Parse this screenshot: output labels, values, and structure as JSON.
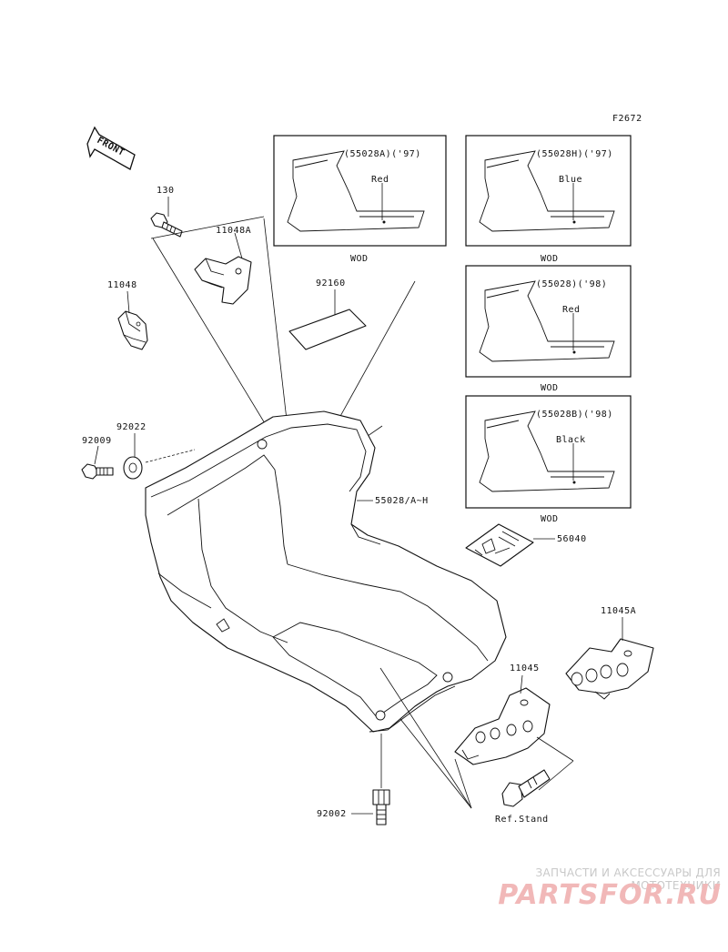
{
  "figure_code": "F2672",
  "front_arrow_label": "FRONT",
  "labels": {
    "p130": "130",
    "p11048A": "11048A",
    "p11048": "11048",
    "p92160": "92160",
    "p92022": "92022",
    "p92009": "92009",
    "p55028AH": "55028/A~H",
    "p56040": "56040",
    "p11045A": "11045A",
    "p11045": "11045",
    "p92002": "92002",
    "ref_stand": "Ref.Stand"
  },
  "variants": [
    {
      "code": "(55028A)('97)",
      "color": "Red",
      "caption": "WOD"
    },
    {
      "code": "(55028H)('97)",
      "color": "Blue",
      "caption": "WOD"
    },
    {
      "code": "(55028)('98)",
      "color": "Red",
      "caption": "WOD"
    },
    {
      "code": "(55028B)('98)",
      "color": "Black",
      "caption": "WOD"
    }
  ],
  "watermark": {
    "tagline": "ЗАПЧАСТИ И АКСЕССУАРЫ ДЛЯ МОТОТЕХНИКИ",
    "brand": "PARTSFOR.RU",
    "color": "#f1b8b8"
  }
}
